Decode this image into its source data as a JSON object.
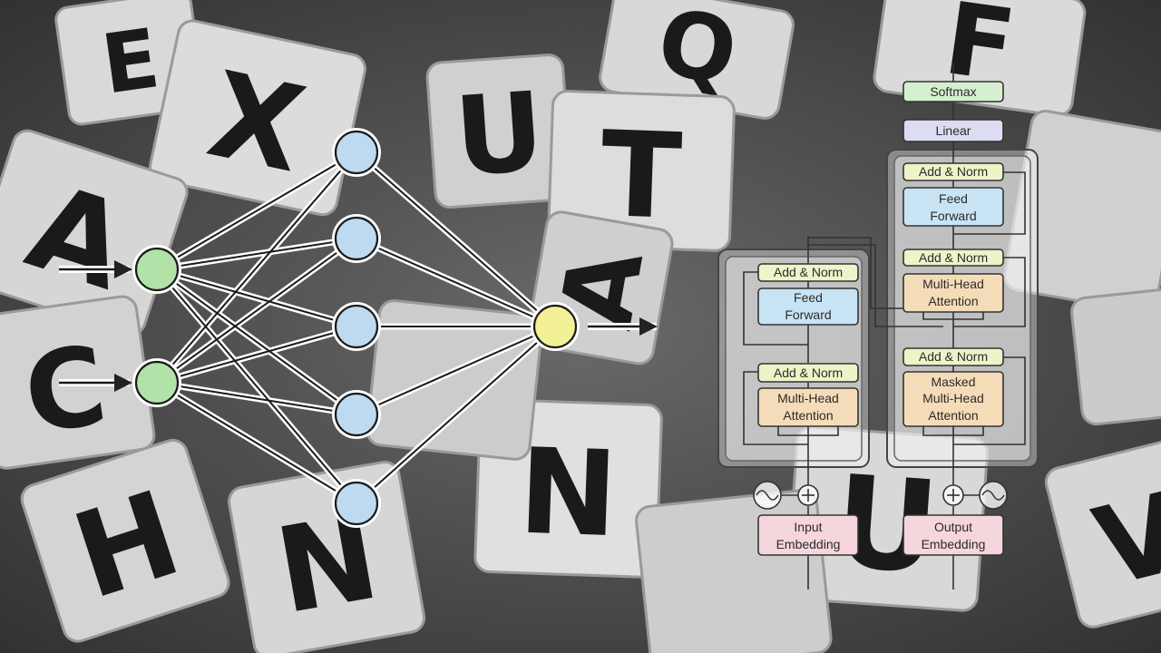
{
  "background": {
    "description_icon": "scrabble-tiles-background",
    "tiles": [
      {
        "letter": "E"
      },
      {
        "letter": "X"
      },
      {
        "letter": "A"
      },
      {
        "letter": "C"
      },
      {
        "letter": "H"
      },
      {
        "letter": "Q"
      },
      {
        "letter": "U"
      },
      {
        "letter": "T"
      },
      {
        "letter": "N"
      },
      {
        "letter": "N"
      },
      {
        "letter": "A"
      },
      {
        "letter": "U"
      },
      {
        "letter": "V"
      },
      {
        "letter": "F"
      }
    ]
  },
  "neural_net": {
    "layers": [
      2,
      5,
      1
    ],
    "colors": {
      "input": "#a8e0a0",
      "hidden": "#b6d6ef",
      "output": "#f2ef8a"
    }
  },
  "transformer": {
    "output_top": "Softmax",
    "linear": "Linear",
    "encoder": {
      "add_norm_top": "Add & Norm",
      "ff_line1": "Feed",
      "ff_line2": "Forward",
      "add_norm_bottom": "Add & Norm",
      "mha_line1": "Multi-Head",
      "mha_line2": "Attention",
      "embed_line1": "Input",
      "embed_line2": "Embedding"
    },
    "decoder": {
      "add_norm_1": "Add & Norm",
      "ff_line1": "Feed",
      "ff_line2": "Forward",
      "add_norm_2": "Add & Norm",
      "mha_line1": "Multi-Head",
      "mha_line2": "Attention",
      "add_norm_3": "Add & Norm",
      "mmha_line1": "Masked",
      "mmha_line2": "Multi-Head",
      "mmha_line3": "Attention",
      "embed_line1": "Output",
      "embed_line2": "Embedding"
    },
    "colors": {
      "add_norm": "#eef3c8",
      "feed_forward": "#c8e4f4",
      "attention": "#f5dcb8",
      "embedding": "#f4d6dc",
      "softmax": "#d6efd0",
      "linear": "#dcdcf2"
    }
  }
}
